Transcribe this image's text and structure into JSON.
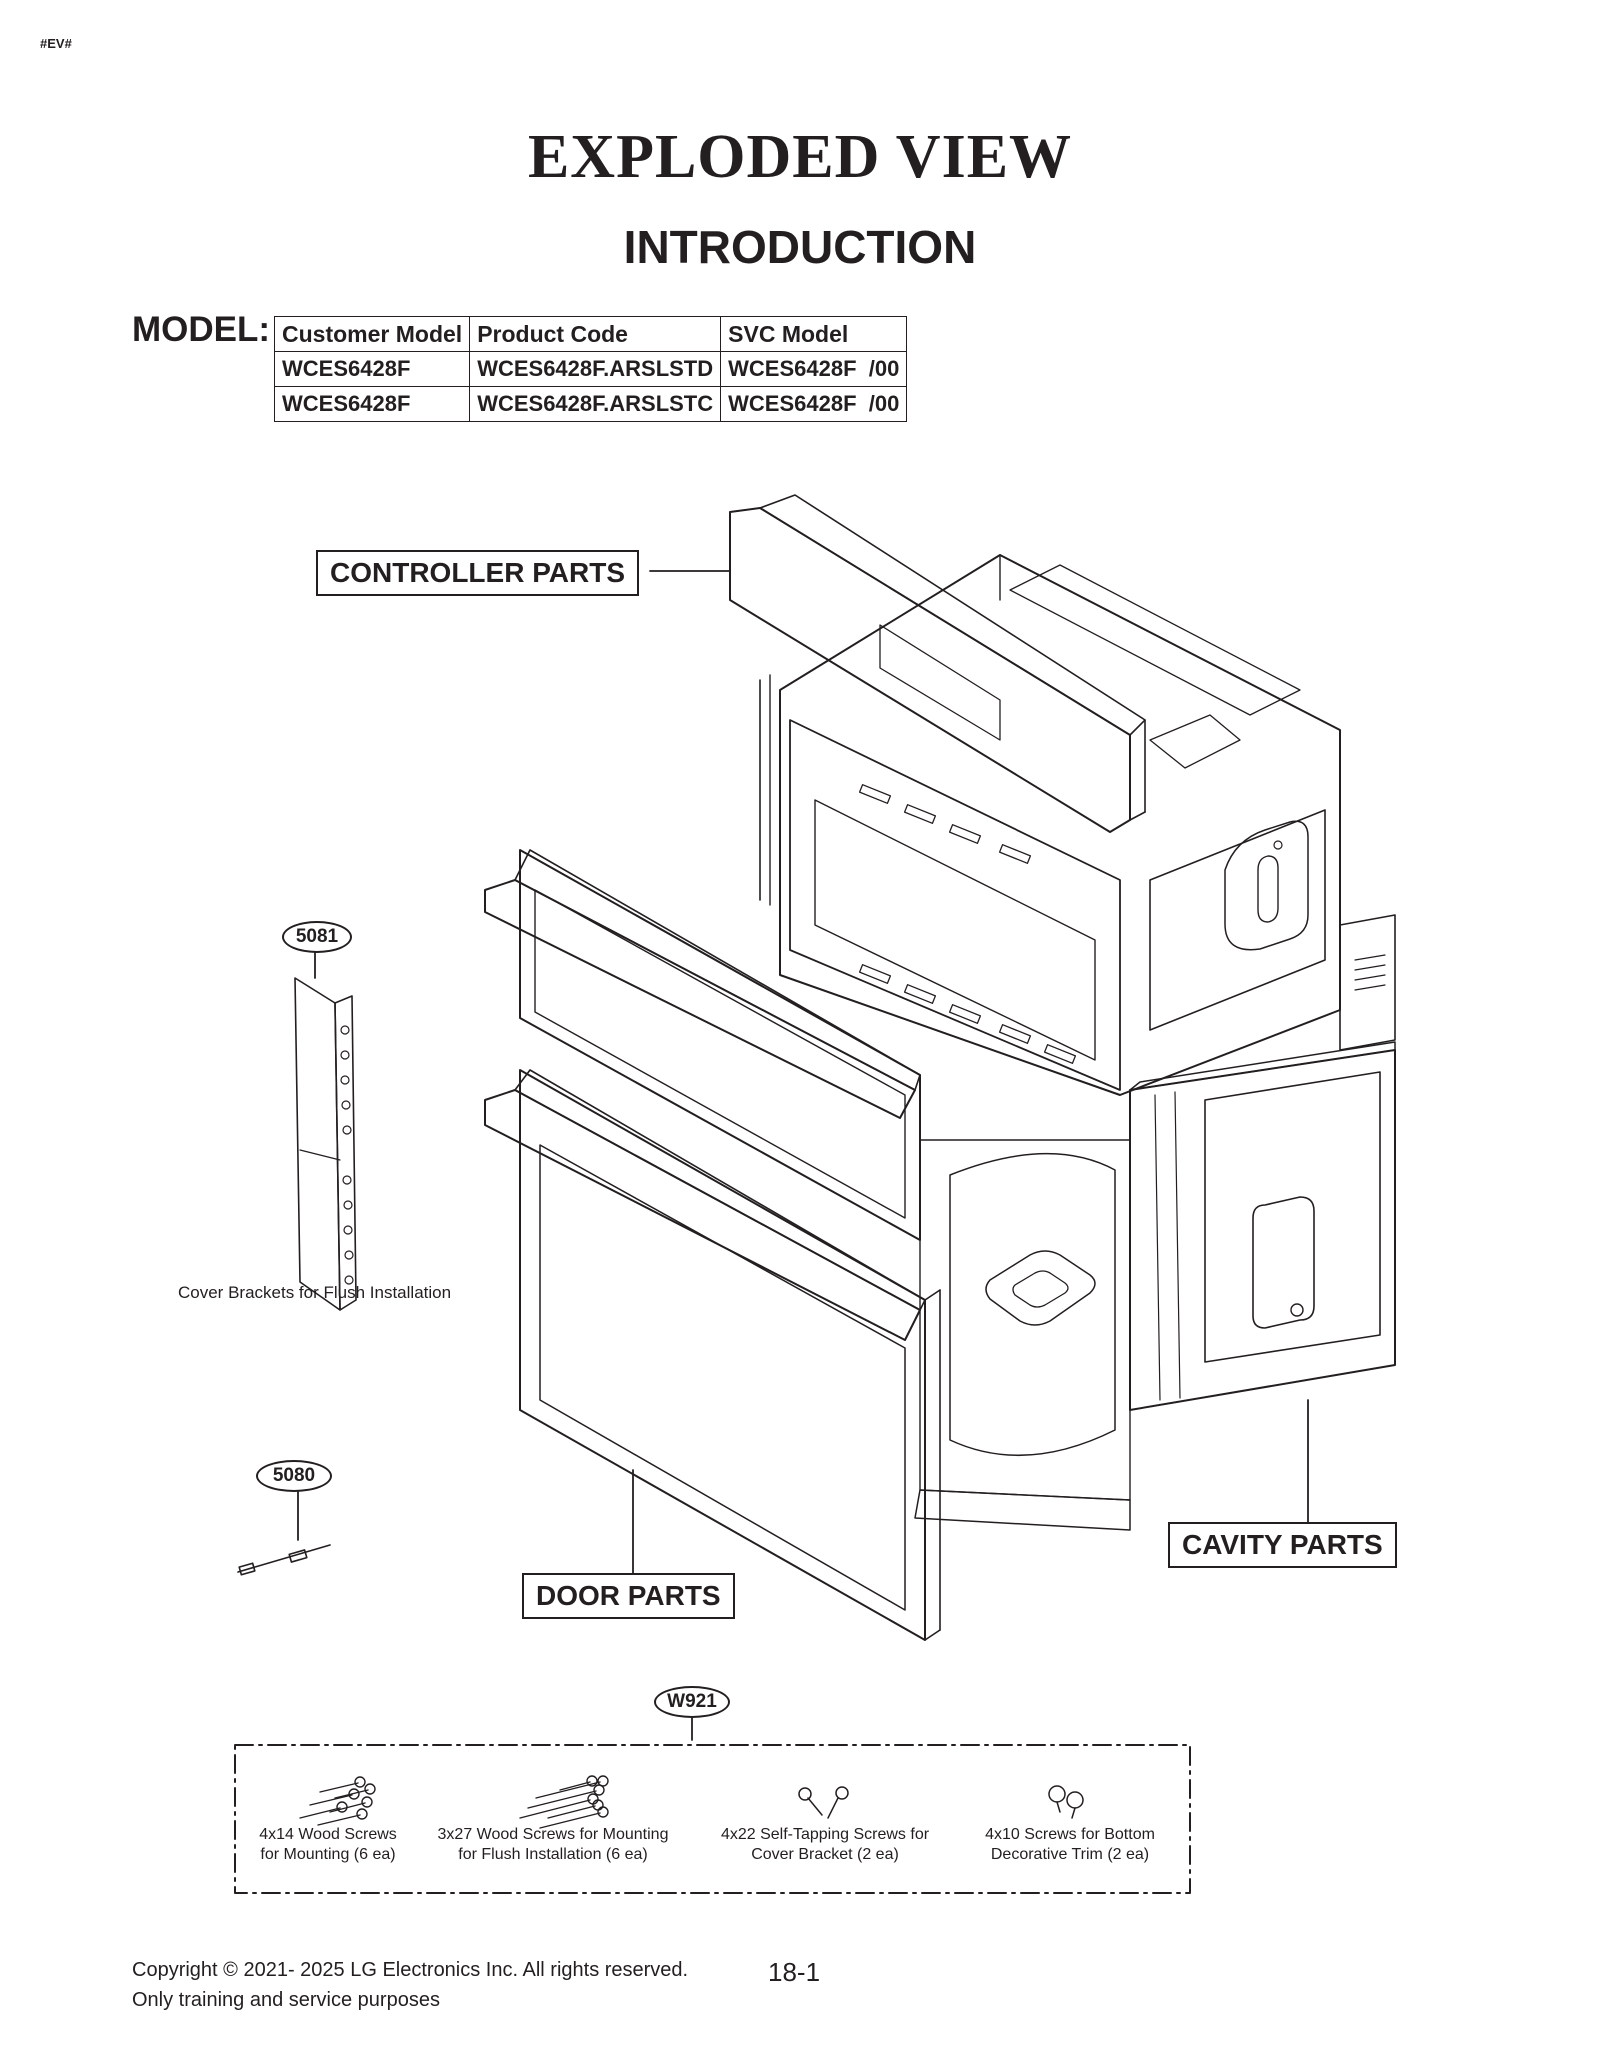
{
  "header": {
    "tag": "#EV#",
    "title": "EXPLODED VIEW",
    "subtitle": "INTRODUCTION"
  },
  "model": {
    "label": "MODEL:",
    "columns": [
      "Customer Model",
      "Product Code",
      "SVC Model"
    ],
    "rows": [
      [
        "WCES6428F",
        "WCES6428F.ARSLSTD",
        "WCES6428F  /00"
      ],
      [
        "WCES6428F",
        "WCES6428F.ARSLSTC",
        "WCES6428F  /00"
      ]
    ]
  },
  "callouts": {
    "controller": "CONTROLLER PARTS",
    "door": "DOOR PARTS",
    "cavity": "CAVITY PARTS"
  },
  "parts": {
    "p5081": {
      "code": "5081",
      "caption": "Cover Brackets for Flush Installation"
    },
    "p5080": {
      "code": "5080"
    },
    "w921": {
      "code": "W921"
    }
  },
  "screws": [
    {
      "line1": "4x14 Wood Screws",
      "line2": "for Mounting (6 ea)",
      "icon": "wood-screw-cluster-icon"
    },
    {
      "line1": "3x27 Wood Screws for Mounting",
      "line2": "for Flush Installation (6 ea)",
      "icon": "long-wood-screw-cluster-icon"
    },
    {
      "line1": "4x22 Self-Tapping Screws for",
      "line2": "Cover Bracket (2 ea)",
      "icon": "self-tapping-screw-icon"
    },
    {
      "line1": "4x10 Screws for Bottom",
      "line2": "Decorative Trim (2 ea)",
      "icon": "short-screw-icon"
    }
  ],
  "footer": {
    "copyright": "Copyright © 2021- 2025 LG Electronics Inc. All rights reserved.",
    "purpose": "Only training and service purposes",
    "page": "18-1"
  }
}
